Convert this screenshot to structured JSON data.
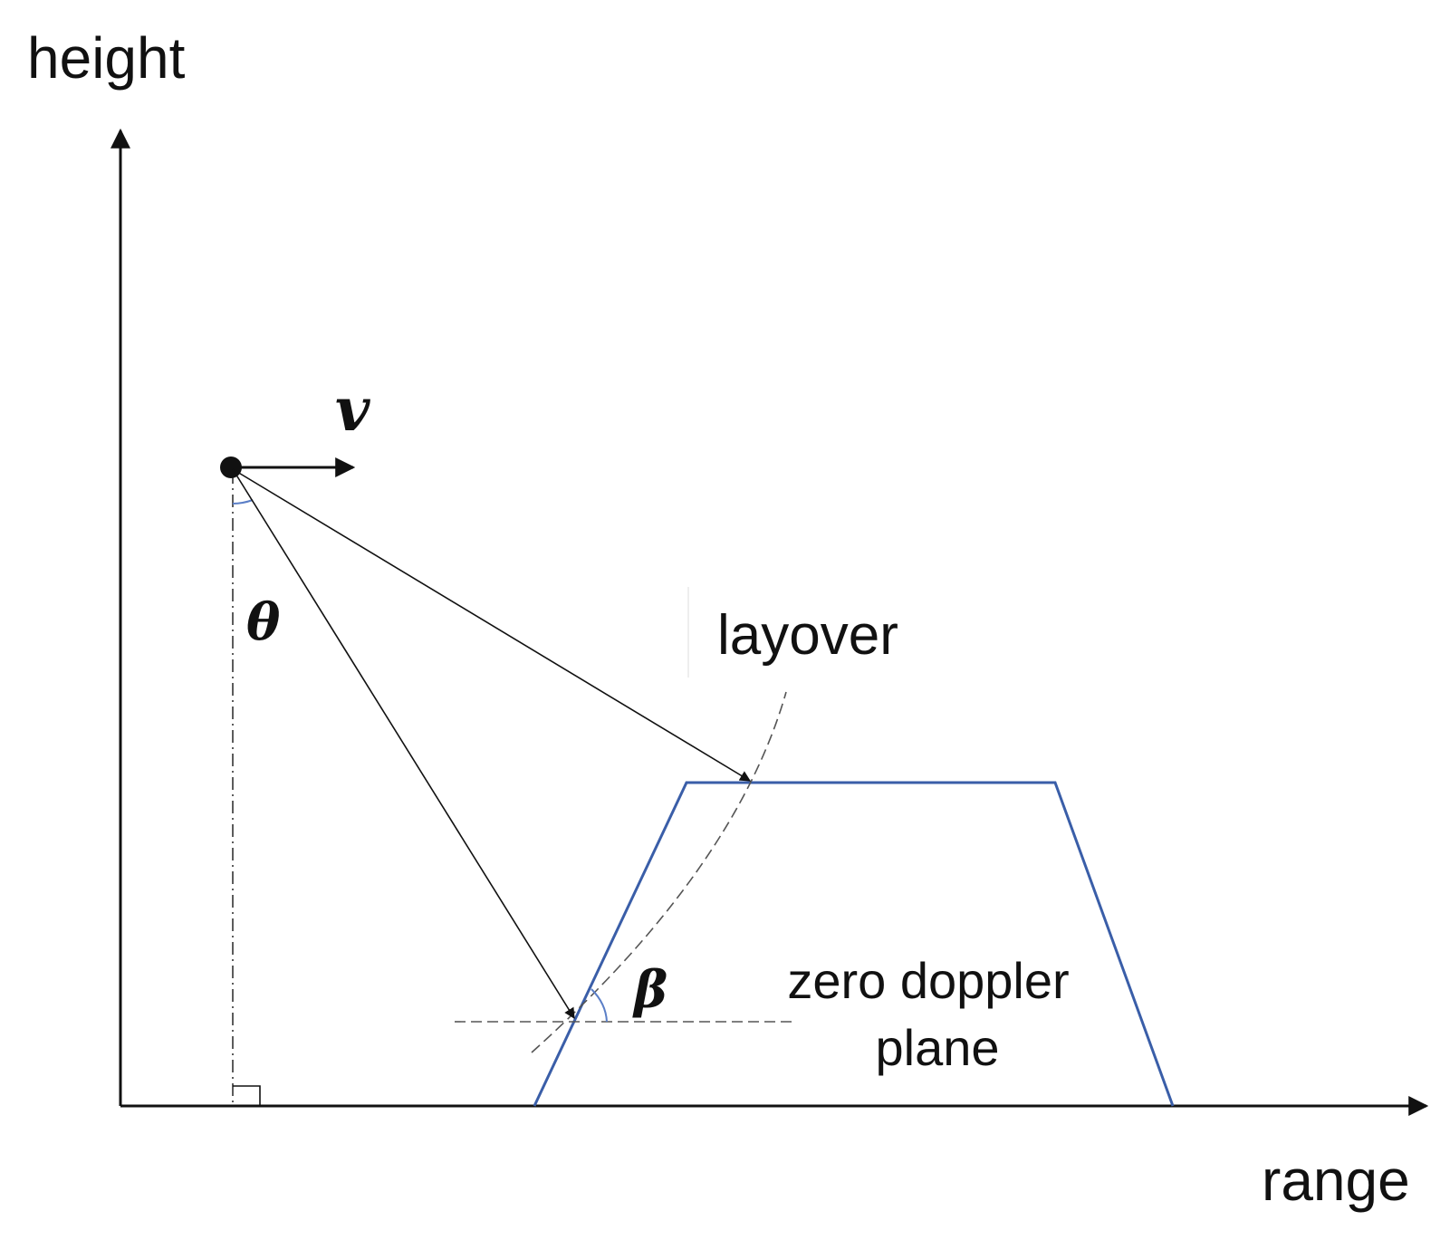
{
  "labels": {
    "y_axis": "height",
    "x_axis": "range",
    "velocity": "v",
    "look_angle": "θ",
    "slope_angle": "β",
    "layover": "layover",
    "plane_line1": "zero doppler",
    "plane_line2": "plane"
  },
  "colors": {
    "ink": "#111111",
    "terrain": "#3a5ea8",
    "angle_arc": "#5b7fc7",
    "dashed": "#555555"
  }
}
